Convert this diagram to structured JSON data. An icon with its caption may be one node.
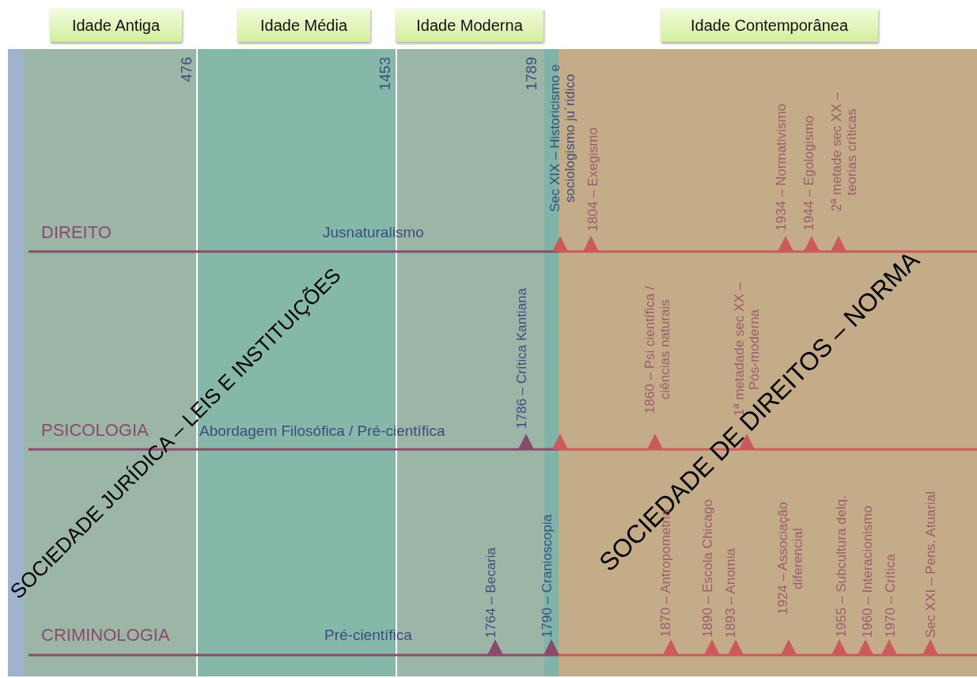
{
  "diagram": {
    "nodes": [
      {
        "text": [
          "Idade Antiga"
        ]
      },
      {
        "text": [
          "Idade Média"
        ]
      },
      {
        "text": [
          "Idade Moderna"
        ]
      },
      {
        "text": [
          "Idade Contemporânea"
        ]
      }
    ],
    "labels": [
      "476",
      "1453",
      "1789",
      "Sec XIX – Historicismo e sociologismo ju´ridico",
      "1804 – Exegismo",
      "1934 – Normativismo",
      "1944 – Egologismo",
      "2ª metade sec XX – teorias críticas",
      "DIREITO",
      "Jusnaturalismo",
      "1786 – Crítica Kantiana",
      "1860 – Psi científica / ciências naturais",
      "1ª metadade sec XX – Pós-moderna",
      "PSICOLOGIA",
      "Abordagem Filosófica / Pré-científica",
      "SOCIEDADE JURÍDICA – LEIS E INSTITUIÇÕES",
      "SOCIEDADE DE DIREITOS – NORMA",
      "1764 – Becaria",
      "1790 – Cranioscopia",
      "1870 – Antropometria",
      "1890 – Escola Chicago",
      "1893 – Anomia",
      "1924 – Associação diferencial",
      "1955 – Subcultura delq.",
      "1960 – Interacionismo",
      "1970 – Crítica",
      "Sec XXI – Pens. Atuarial",
      "CRIMINOLOGIA",
      "Pré-científica"
    ]
  }
}
